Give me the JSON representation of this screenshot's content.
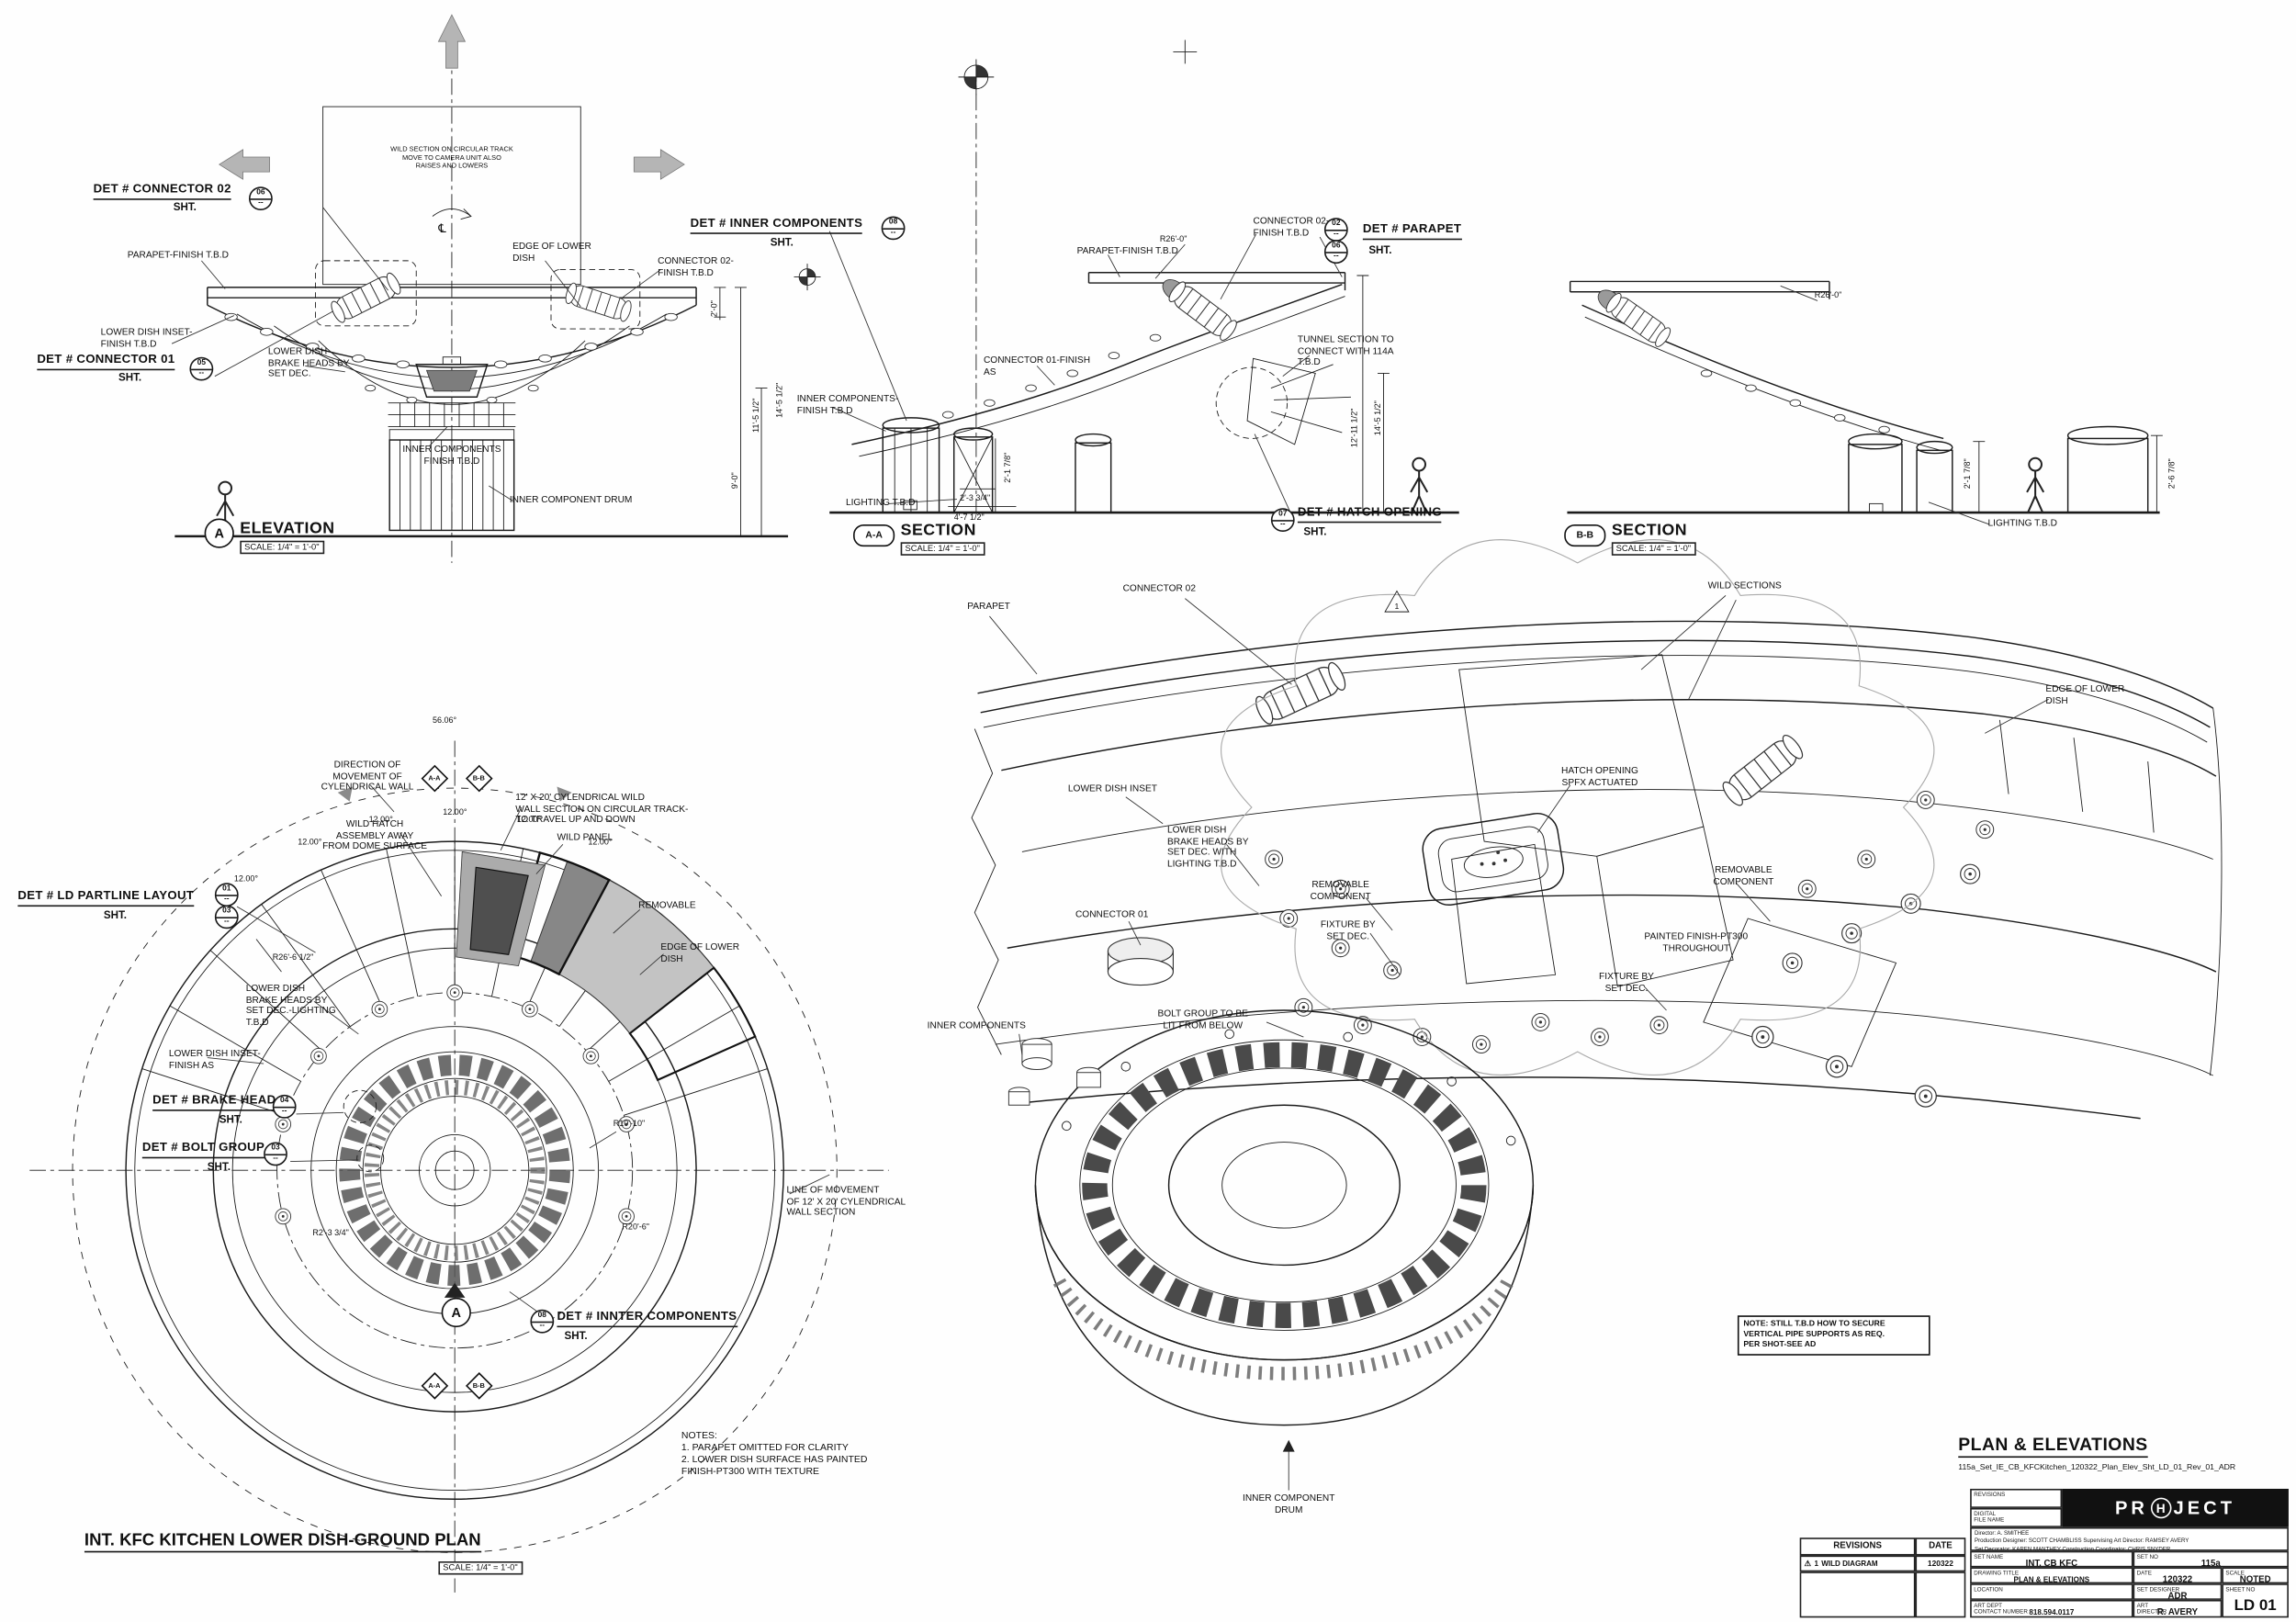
{
  "shared": {
    "sht": "SHT.",
    "dash": "--",
    "scale": "SCALE: 1/4\" = 1'-0\"",
    "warn": "1",
    "cl": "℄"
  },
  "bubbles": {
    "b01": "01",
    "b02": "02",
    "b03": "03",
    "b04": "04",
    "b05": "05",
    "b06": "06",
    "b07": "07",
    "b08": "08"
  },
  "elev": {
    "tag": "A",
    "title": "ELEVATION",
    "det02": "DET # CONNECTOR 02",
    "det01": "DET # CONNECTOR 01",
    "parapet": "PARAPET-FINISH T.B.D",
    "edge": "EDGE OF LOWER\nDISH",
    "conn02": "CONNECTOR 02-\nFINISH T.B.D",
    "inset": "LOWER DISH INSET-\nFINISH T.B.D",
    "brake": "LOWER DISH\nBRAKE HEADS BY\nSET DEC.",
    "inner": "INNER COMPONENTS\nFINISH T.B.D",
    "drum": "INNER COMPONENT DRUM",
    "wildnote": "WILD SECTION ON CIRCULAR TRACK\nMOVE TO CAMERA UNIT ALSO\nRAISES AND LOWERS",
    "dim14": "14'-5 1/2\"",
    "dim11": "11'-5 1/2\"",
    "dim9": "9'-0\"",
    "dim2": "2'-0\""
  },
  "aa": {
    "tag": "A-A",
    "title": "SECTION",
    "det_inner": "DET # INNER COMPONENTS",
    "det_parapet": "DET # PARAPET",
    "det_hatch": "DET # HATCH OPENING",
    "parapet": "PARAPET-FINISH T.B.D",
    "conn02": "CONNECTOR 02-\nFINISH T.B.D",
    "r26": "R26'-0\"",
    "tunnel": "TUNNEL SECTION TO\nCONNECT WITH 114A\nT.B.D",
    "conn01": "CONNECTOR 01-FINISH\nAS",
    "inner": "INNER COMPONENTS-\nFINISH T.B.D",
    "lighting": "LIGHTING T.B.D",
    "d1": "2'-3 3/4\"",
    "d2": "4'-7 1/2\"",
    "d3": "2'-1 7/8\"",
    "d4": "12'-11 1/2\"",
    "d5": "14'-5 1/2\""
  },
  "bb": {
    "tag": "B-B",
    "title": "SECTION",
    "r26": "R26'-0\"",
    "lighting": "LIGHTING T.B.D",
    "d1": "2'-1 7/8\"",
    "d2": "2'-6 7/8\""
  },
  "plan": {
    "title": "INT. KFC KITCHEN LOWER DISH-GROUND PLAN",
    "det_part": "DET # LD PARTLINE LAYOUT",
    "det_brake": "DET # BRAKE HEAD",
    "det_bolt": "DET # BOLT GROUP",
    "det_inner": "DET # INNTER COMPONENTS",
    "direction": "DIRECTION OF\nMOVEMENT OF\nCYLENDRICAL WALL",
    "wildhatch": "WILD HATCH\nASSEMBLY AWAY\nFROM DOME SURFACE",
    "cylwall": "12' X 20' CYLENDRICAL WILD\nWALL SECTION ON CIRCULAR TRACK-\nTO TRAVEL UP AND DOWN",
    "wildpanel": "WILD PANEL",
    "removable": "REMOVABLE",
    "edge": "EDGE OF LOWER\nDISH",
    "inset": "LOWER DISH INSET-\nFINISH AS",
    "brake": "LOWER DISH\nBRAKE HEADS BY\nSET DEC.-LIGHTING\nT.B.D",
    "linemove": "LINE OF MOVEMENT\nOF 12' X 20' CYLENDRICAL\nWALL SECTION",
    "a56": "56.06°",
    "a12": "12.00°",
    "r_out": "R26'-6 1/2\"",
    "r_mid": "R10'-10\"",
    "r_in": "R2'-3 3/4\"",
    "r_trk": "R20'-6\"",
    "m_aa": "A-A",
    "m_bb": "B-B",
    "m_a": "A",
    "notes": "NOTES:\n1. PARAPET OMITTED FOR CLARITY\n2. LOWER DISH SURFACE HAS PAINTED\nFINISH-PT300 WITH TEXTURE"
  },
  "persp": {
    "parapet": "PARAPET",
    "conn02": "CONNECTOR 02",
    "wild": "WILD SECTIONS",
    "edge": "EDGE OF LOWER\nDISH",
    "inset": "LOWER DISH INSET",
    "brake": "LOWER DISH\nBRAKE HEADS BY\nSET DEC. WITH\nLIGHTING T.B.D",
    "hatch": "HATCH OPENING\nSPFX ACTUATED",
    "rem": "REMOVABLE\nCOMPONENT",
    "conn01": "CONNECTOR 01",
    "fixture": "FIXTURE BY\nSET DEC.",
    "pt300": "PAINTED FINISH-PT300\nTHROUGHOUT",
    "bolt": "BOLT GROUP TO BE\nLIT FROM BELOW",
    "inner": "INNER COMPONENTS",
    "drum": "INNER COMPONENT\nDRUM",
    "note": "NOTE: STILL T.B.D HOW TO SECURE\nVERTICAL PIPE SUPPORTS AS REQ.\nPER SHOT-SEE AD"
  },
  "tb": {
    "title": "PLAN & ELEVATIONS",
    "file": "115a_Set_IE_CB_KFCKitchen_120322_Plan_Elev_Sht_LD_01_Rev_01_ADR",
    "revisions": "REVISIONS",
    "date": "DATE",
    "rev1": "WILD DIAGRAM",
    "rev1_date": "120322",
    "digital": "DIGITAL\nFILE NAME",
    "logo_pr": "PR",
    "logo_h": "H",
    "logo_ject": "JECT",
    "credit1": "Director: A. SMITHEE",
    "credit2": "Production Designer: SCOTT CHAMBLISS      Supervising Art Director: RAMSEY AVERY",
    "credit3": "Set Decorator: KAREN MANTHEY      Construction Coordinator: CHRIS SNYDER",
    "l_set": "SET NAME",
    "v_set": "INT. CB KFC",
    "l_no": "SET NO",
    "v_no": "115a",
    "l_dt": "DRAWING TITLE",
    "v_dt": "PLAN & ELEVATIONS",
    "l_date": "DATE",
    "v_date": "120322",
    "l_scale": "SCALE",
    "v_scale": "NOTED",
    "l_loc": "LOCATION",
    "l_des": "SET DESIGNER",
    "v_des": "ADR",
    "l_sheet": "SHEET NO",
    "v_sheet": "LD 01",
    "l_contact": "ART DEPT\nCONTACT NUMBER",
    "v_contact": "818.594.0117",
    "l_ad": "ART\nDIRECTOR",
    "v_ad": "R. AVERY"
  }
}
